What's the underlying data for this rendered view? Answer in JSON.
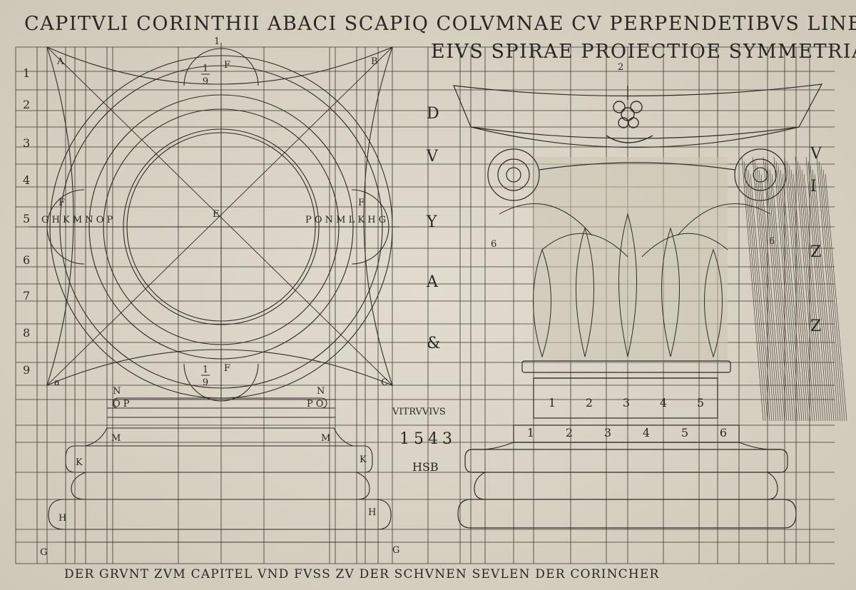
{
  "plate": {
    "title_line1": "CAPITVLI CORINTHII ABACI SCAPIQ COLVMNAE CV PERPENDETIBVS LINEIS AC",
    "title_line2": "EIVS SPIRAE PROIECTIOE SYMMETRIA.",
    "footer": "DER GRVNT ZVM CAPITEL VND FVSS ZV DER SCHVNEN SEVLEN DER CORINCHER",
    "inscription": {
      "author": "VITRVVIVS",
      "year": "1543",
      "monogram": "HSB"
    },
    "left_scale": [
      "1",
      "2",
      "3",
      "4",
      "5",
      "6",
      "7",
      "8",
      "9"
    ],
    "number_marks": [
      "1",
      "2"
    ],
    "fraction": {
      "numerator": "1",
      "denominator": "9"
    },
    "plan_labels": {
      "corners": [
        "A",
        "B",
        "C",
        "a"
      ],
      "center": "E",
      "f_marks": [
        "F",
        "F",
        "F",
        "F"
      ],
      "left_row": "G H K  M N O P",
      "right_row": "P O N M L  K H G",
      "abacus_corners": [
        "N",
        "N",
        "O P",
        "P O"
      ],
      "base_letters": [
        "M",
        "M",
        "K",
        "K",
        "H",
        "H",
        "G",
        "G"
      ]
    },
    "middle_letters": [
      "D",
      "V",
      "Y",
      "A",
      "&"
    ],
    "right_letters": [
      "V",
      "I",
      "Z",
      "Z"
    ],
    "side_marks": [
      "6",
      "6"
    ],
    "capital_modules": [
      "1",
      "2",
      "3",
      "4",
      "5"
    ],
    "base_modules": [
      "1",
      "2",
      "3",
      "4",
      "5",
      "6"
    ]
  }
}
